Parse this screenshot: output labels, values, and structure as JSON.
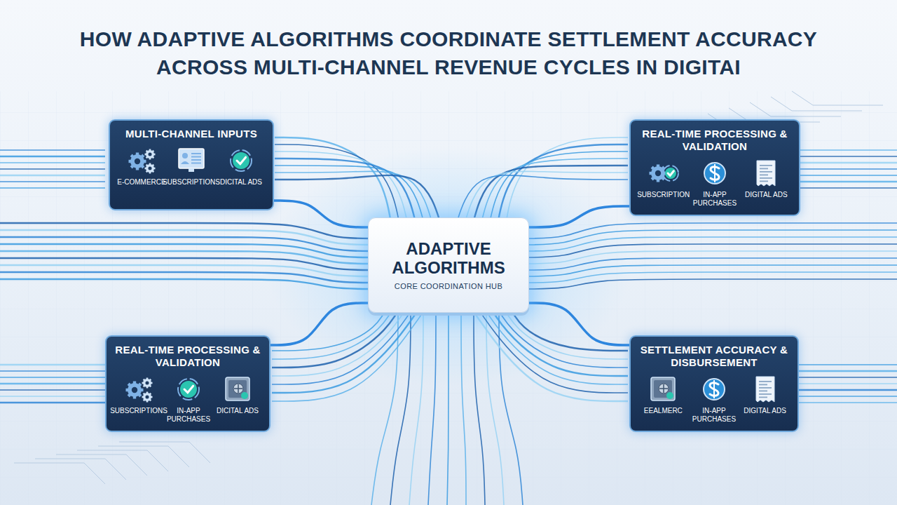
{
  "diagram": {
    "title": "HOW ADAPTIVE ALGORITHMS COORDINATE SETTLEMENT ACCURACY ACROSS MULTI-CHANNEL REVENUE CYCLES IN DIGITAI",
    "nodes": [
      {
        "text": [
          "MULTI-CHANNEL INPUTS"
        ]
      },
      {
        "text": [
          "E-COMMERCE"
        ],
        "in": 0
      },
      {
        "text": [
          "SUBSCRIPTIONS"
        ],
        "in": 0
      },
      {
        "text": [
          "DICITAL ADS"
        ],
        "in": 0
      },
      {
        "text": [
          "REAL-TIME PROCESSING & VALIDATION"
        ]
      },
      {
        "text": [
          "SUBSCRIPTION"
        ],
        "in": 4
      },
      {
        "text": [
          "IN-APP PURCHASES"
        ],
        "in": 4
      },
      {
        "text": [
          "DIGITAL ADS"
        ],
        "in": 4
      },
      {
        "text": [
          "ADAPTIVE ALGORITHMS",
          "CORE COORDINATION HUB"
        ]
      },
      {
        "text": [
          "REAL-TIME PROCESSING & VALIDATION"
        ]
      },
      {
        "text": [
          "SUBSCRIPTIONS"
        ],
        "in": 9
      },
      {
        "text": [
          "IN-APP PURCHASES"
        ],
        "in": 9
      },
      {
        "text": [
          "DICITAL ADS"
        ],
        "in": 9
      },
      {
        "text": [
          "SETTLEMENT ACCURACY & DISBURSEMENT"
        ]
      },
      {
        "text": [
          "EEALMERC"
        ],
        "in": 13
      },
      {
        "text": [
          "IN-APP PURCHASES"
        ],
        "in": 13
      },
      {
        "text": [
          "DIGITAL ADS"
        ],
        "in": 13
      }
    ],
    "edges": [
      {
        "from": 0,
        "to": 8,
        "arrow": "none"
      },
      {
        "from": 8,
        "to": 4,
        "arrow": "none"
      },
      {
        "from": 8,
        "to": 9,
        "arrow": "none"
      },
      {
        "from": 8,
        "to": 13,
        "arrow": "none"
      }
    ]
  }
}
